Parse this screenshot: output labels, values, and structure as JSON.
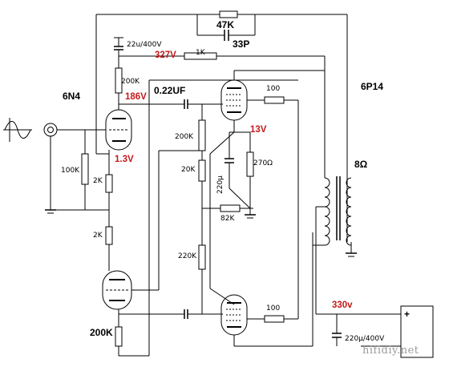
{
  "tubes": {
    "driver": "6N4",
    "output": "6P14"
  },
  "components": {
    "fb_resistor": "47K",
    "fb_cap": "33P",
    "decoupling_cap": "22u/400V",
    "r_1k": "1K",
    "plate_load": "200K",
    "coupling_cap": "0.22UF",
    "grid_leak_upper": "200K",
    "r_20k": "20K",
    "r_100k_input": "100K",
    "cathode_r1": "2K",
    "cathode_r2": "2K",
    "grid_leak_lower": "220K",
    "cathode_bypass_cap": "220μ",
    "cathode_resistor": "270Ω",
    "r_82k": "82K",
    "grid_stopper_top": "100",
    "grid_stopper_bottom": "100",
    "lower_plate_load": "200K",
    "output_cap": "220μ/400V",
    "speaker": "8Ω"
  },
  "voltages": {
    "v327": "327V",
    "v186": "186V",
    "v1_3": "1.3V",
    "v13": "13V",
    "v330": "330v"
  },
  "supply_sign": "+",
  "watermark": "hifidiy.net",
  "colors": {
    "voltage": "#c41a1a",
    "line": "#000000",
    "watermark": "#9a9a9a"
  }
}
